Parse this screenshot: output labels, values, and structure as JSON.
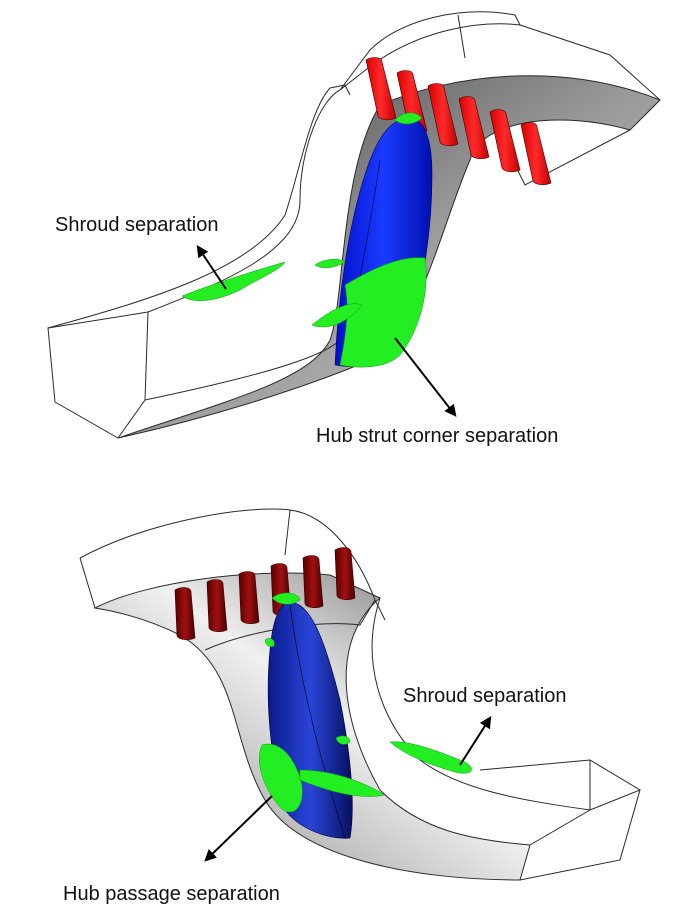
{
  "figure": {
    "type": "3D CFD visualization of turbine duct separation zones",
    "colors": {
      "wireframe": "#2a2a2a",
      "hub_surface_dark": "#5a5a5a",
      "hub_surface_light": "#e6e6e6",
      "strut_top": "#0a20ff",
      "strut_bottom": "#06157e",
      "vanes_top": "#ff1a1a",
      "vanes_bottom": "#8a0a0a",
      "separation": "#22ee22",
      "arrow": "#000000"
    },
    "panels": [
      {
        "id": "top",
        "vane_count": 6,
        "annotations": [
          {
            "text": "Shroud separation"
          },
          {
            "text": "Hub strut corner separation"
          }
        ]
      },
      {
        "id": "bottom",
        "vane_count": 6,
        "annotations": [
          {
            "text": "Shroud separation"
          },
          {
            "text": "Hub passage separation"
          }
        ]
      }
    ]
  }
}
